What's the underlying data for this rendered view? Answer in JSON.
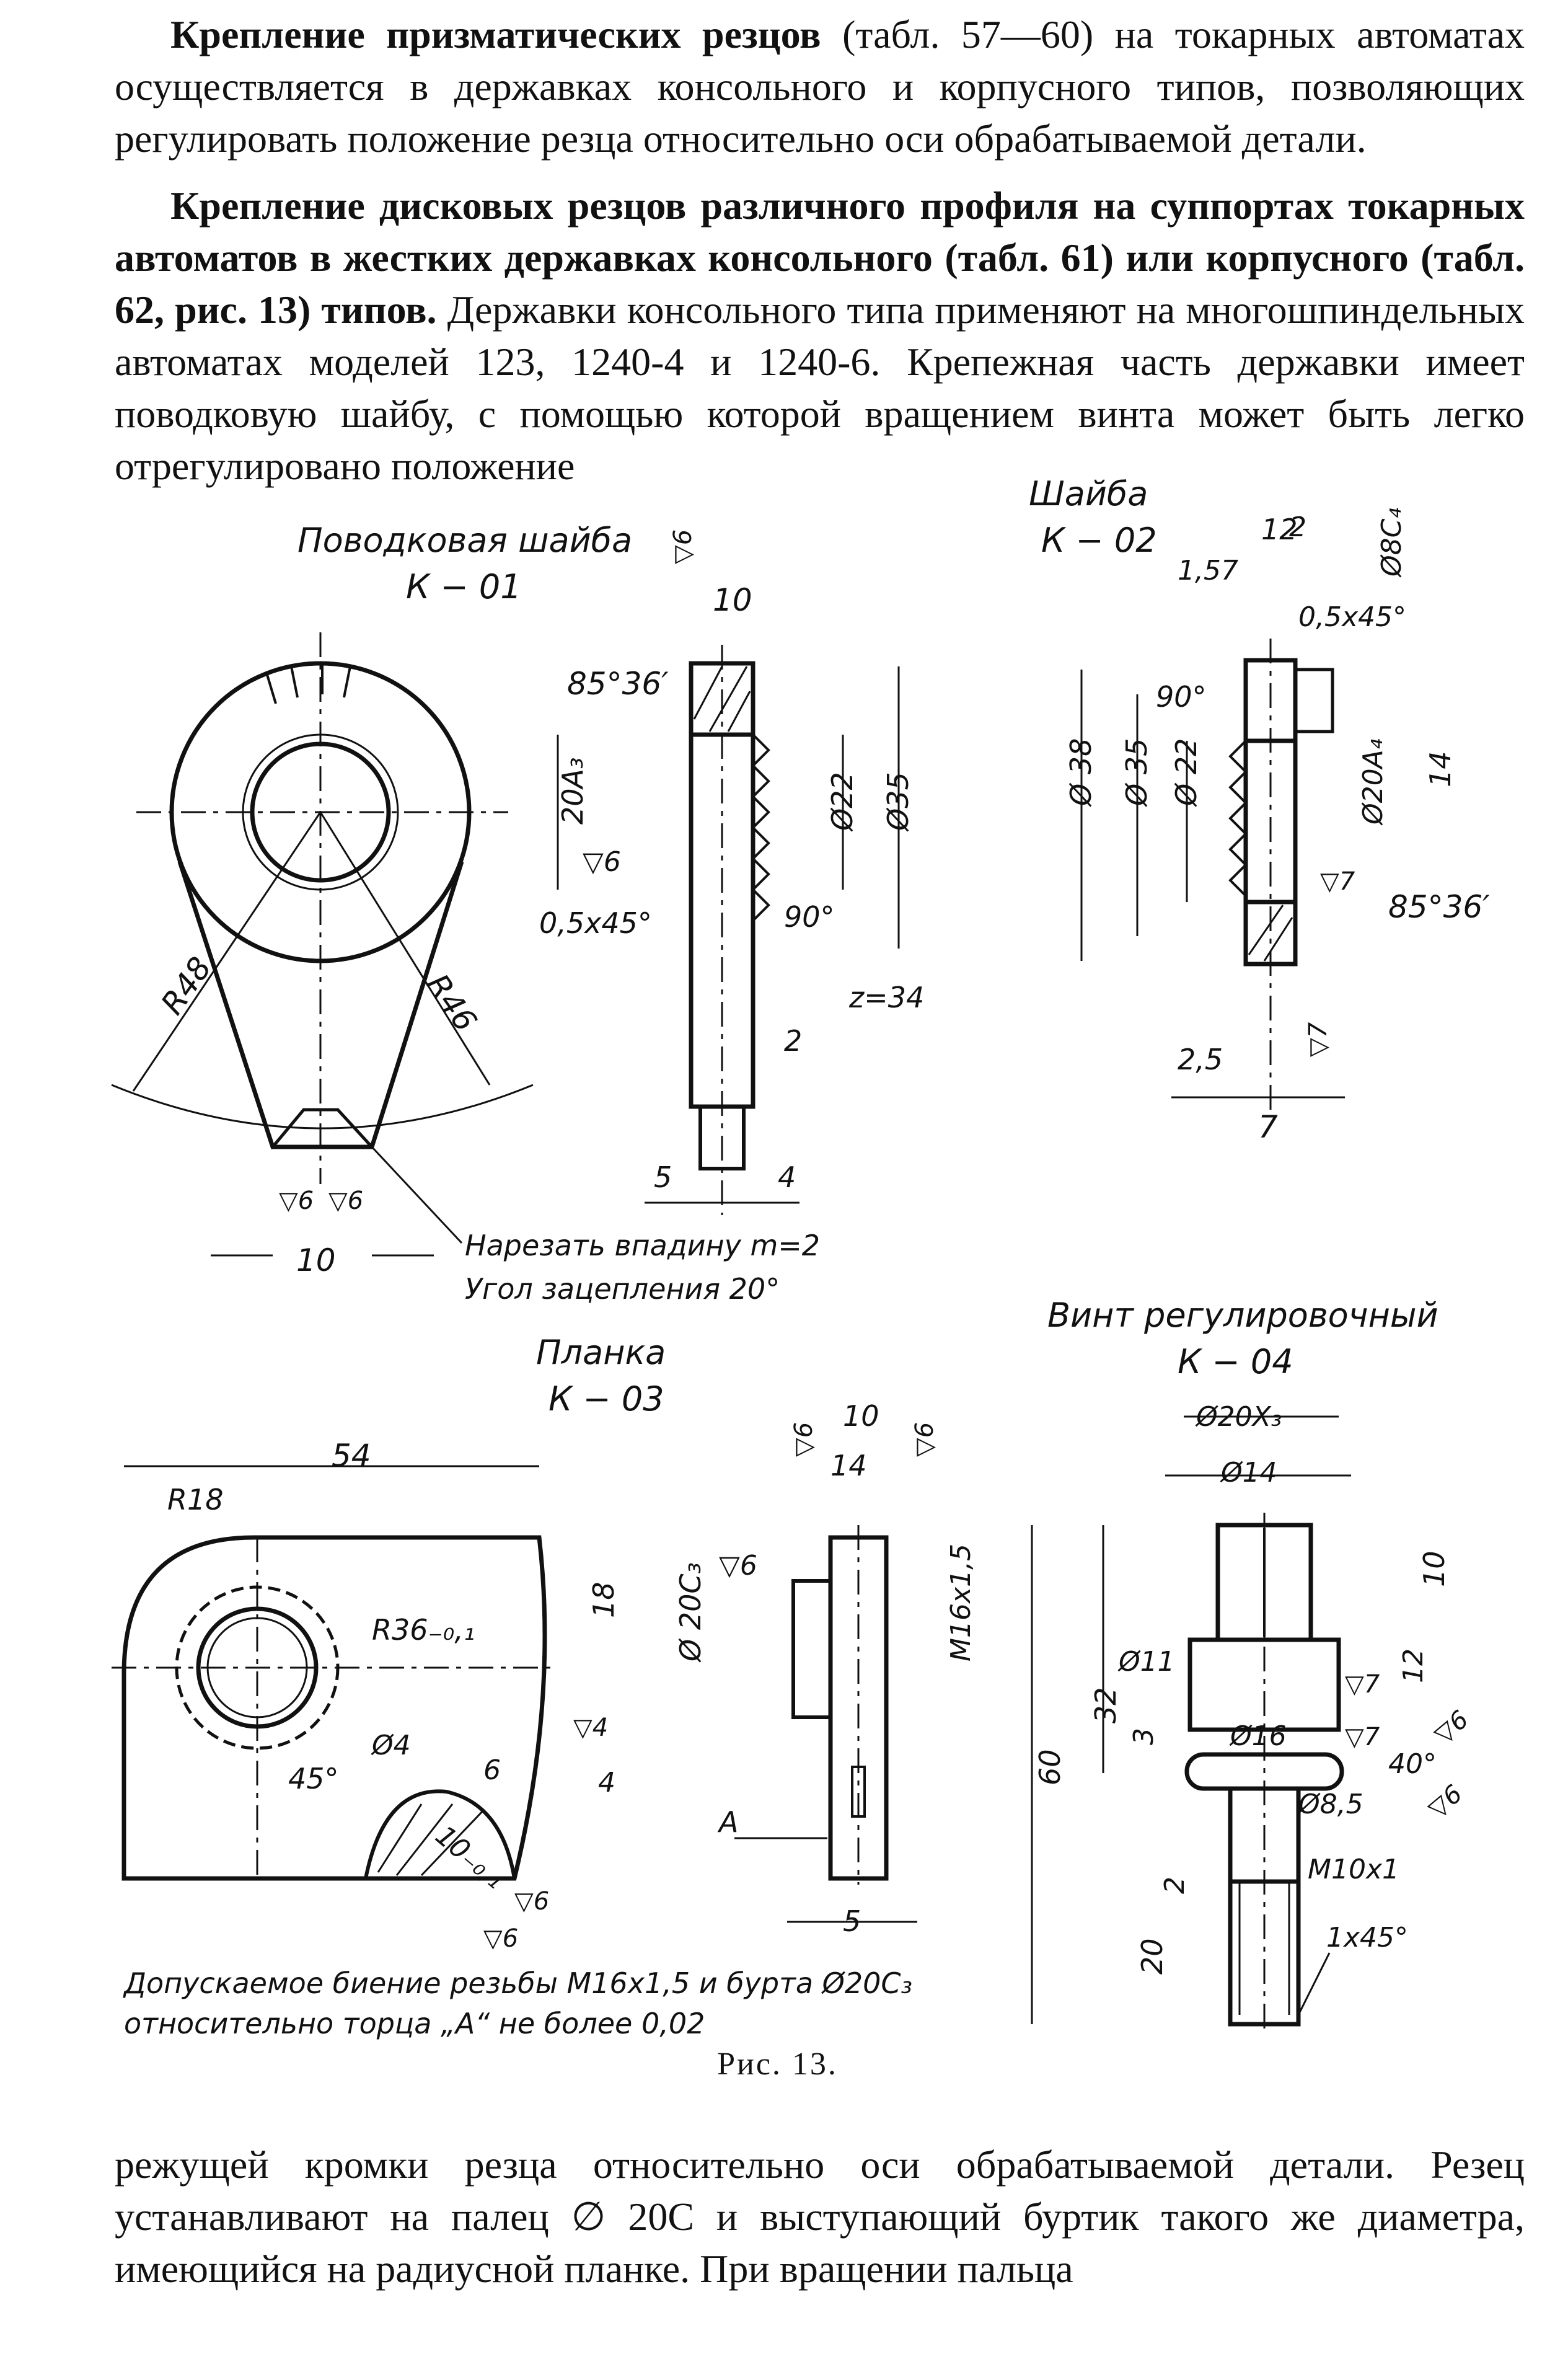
{
  "paragraphs": {
    "p1_bold": "Крепление призматических резцов",
    "p1_text": " (табл. 57—60) на токарных автоматах осуществляется в державках консольного и корпусного типов, позволяющих регулировать положение резца относительно оси обрабатываемой детали.",
    "p2_bold": "Крепление дисковых резцов различного профиля на суппортах токарных автоматов в жестких державках консольного (табл. 61) или корпусного (табл. 62, рис. 13) типов.",
    "p2_text": " Державки консольного типа применяют на многошпиндельных автоматах моделей 123, 1240-4 и 1240-6. Крепежная часть державки имеет поводковую шайбу, с помощью которой вращением винта может быть легко отрегулировано положение",
    "p3_text": "режущей кромки резца относительно оси обрабатываемой детали. Резец устанавливают на палец ∅ 20С и выступающий буртик такого же диаметра, имеющийся на радиусной планке. При вращении пальца"
  },
  "figure": {
    "caption": "Рис. 13.",
    "k01": {
      "title1": "Поводковая шайба",
      "title2": "К − 01",
      "r48": "R48",
      "r46": "R46",
      "w10_bottom": "10",
      "note1": "Нарезать впадину m=2",
      "note2": "Угол зацепления 20°",
      "angle": "85°36′",
      "w10_top": "10",
      "h20": "20A₃",
      "d22": "Ø22",
      "d35": "Ø35",
      "rough6a": "▽6",
      "rough6b": "▽6",
      "chamfer": "0,5x45°",
      "a90": "90°",
      "z": "z=34",
      "d2": "2",
      "d5": "5",
      "d4": "4"
    },
    "k02": {
      "title1": "Шайба",
      "title2": "К − 02",
      "d12": "12",
      "d2": "2",
      "d157": "1,57",
      "d8": "Ø8C₄",
      "chamfer": "0,5x45°",
      "a90": "90°",
      "d38": "Ø 38",
      "d35": "Ø 35",
      "d22": "Ø 22",
      "d20": "Ø20A₄",
      "d14": "14",
      "r7a": "▽7",
      "angle": "85°36′",
      "r7b": "▽7",
      "d25": "2,5",
      "d7": "7"
    },
    "k03": {
      "title1": "Планка",
      "title2": "К − 03",
      "d54": "54",
      "r18": "R18",
      "r36": "R36₋₀,₁",
      "d18": "18",
      "a45": "45°",
      "d4": "Ø4",
      "d6": "6",
      "r4": "▽4",
      "d4b": "4",
      "d10": "10₋₀,₁",
      "r6a": "▽6",
      "r6b": "▽6",
      "s10": "10",
      "s14": "14",
      "s6": "▽6",
      "d20c": "Ø 20C₃",
      "m16": "M16x1,5",
      "labelA": "A",
      "s5": "5",
      "note1": "Допускаемое биение резьбы М16х1,5 и бурта Ø20С₃",
      "note2": "относительно торца „А“ не более 0,02"
    },
    "k04": {
      "title1": "Винт регулировочный",
      "title2": "К − 04",
      "d20x": "Ø20X₃",
      "d14": "Ø14",
      "d10": "10",
      "d11": "Ø11",
      "d12": "12",
      "d32": "32",
      "d3": "3",
      "d16": "Ø16",
      "a40": "40°",
      "d85": "Ø8,5",
      "d60": "60",
      "m10": "M10x1",
      "d2": "2",
      "d20": "20",
      "chamfer": "1x45°"
    }
  }
}
